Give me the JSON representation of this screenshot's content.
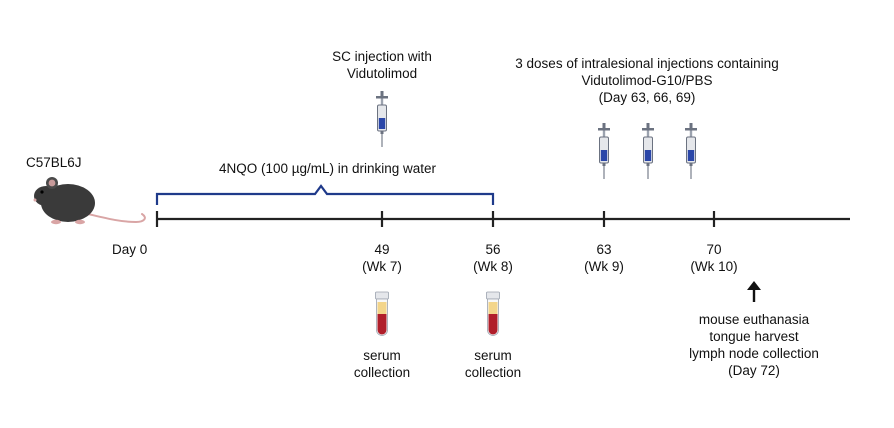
{
  "mouse": {
    "label": "C57BL6J"
  },
  "treatment": {
    "label": "4NQO (100 µg/mL) in drinking water"
  },
  "sc_injection": {
    "line1": "SC injection with",
    "line2": "Vidutolimod"
  },
  "intralesional": {
    "line1": "3 doses of intralesional injections containing",
    "line2": "Vidutolimod-G10/PBS",
    "line3": "(Day 63, 66, 69)"
  },
  "timeline": {
    "day0": "Day 0",
    "ticks": [
      {
        "day": "49",
        "week": "(Wk 7)"
      },
      {
        "day": "56",
        "week": "(Wk 8)"
      },
      {
        "day": "63",
        "week": "(Wk 9)"
      },
      {
        "day": "70",
        "week": "(Wk 10)"
      }
    ]
  },
  "serum": [
    {
      "line1": "serum",
      "line2": "collection"
    },
    {
      "line1": "serum",
      "line2": "collection"
    }
  ],
  "endpoint": {
    "line1": "mouse euthanasia",
    "line2": "tongue harvest",
    "line3": "lymph node collection",
    "line4": "(Day 72)"
  },
  "colors": {
    "bracket": "#1f3a8a",
    "syringe_fluid": "#2a46a8",
    "blood": "#b01e2a",
    "serum": "#f3d58a",
    "mouse": "#3a3a3a"
  }
}
